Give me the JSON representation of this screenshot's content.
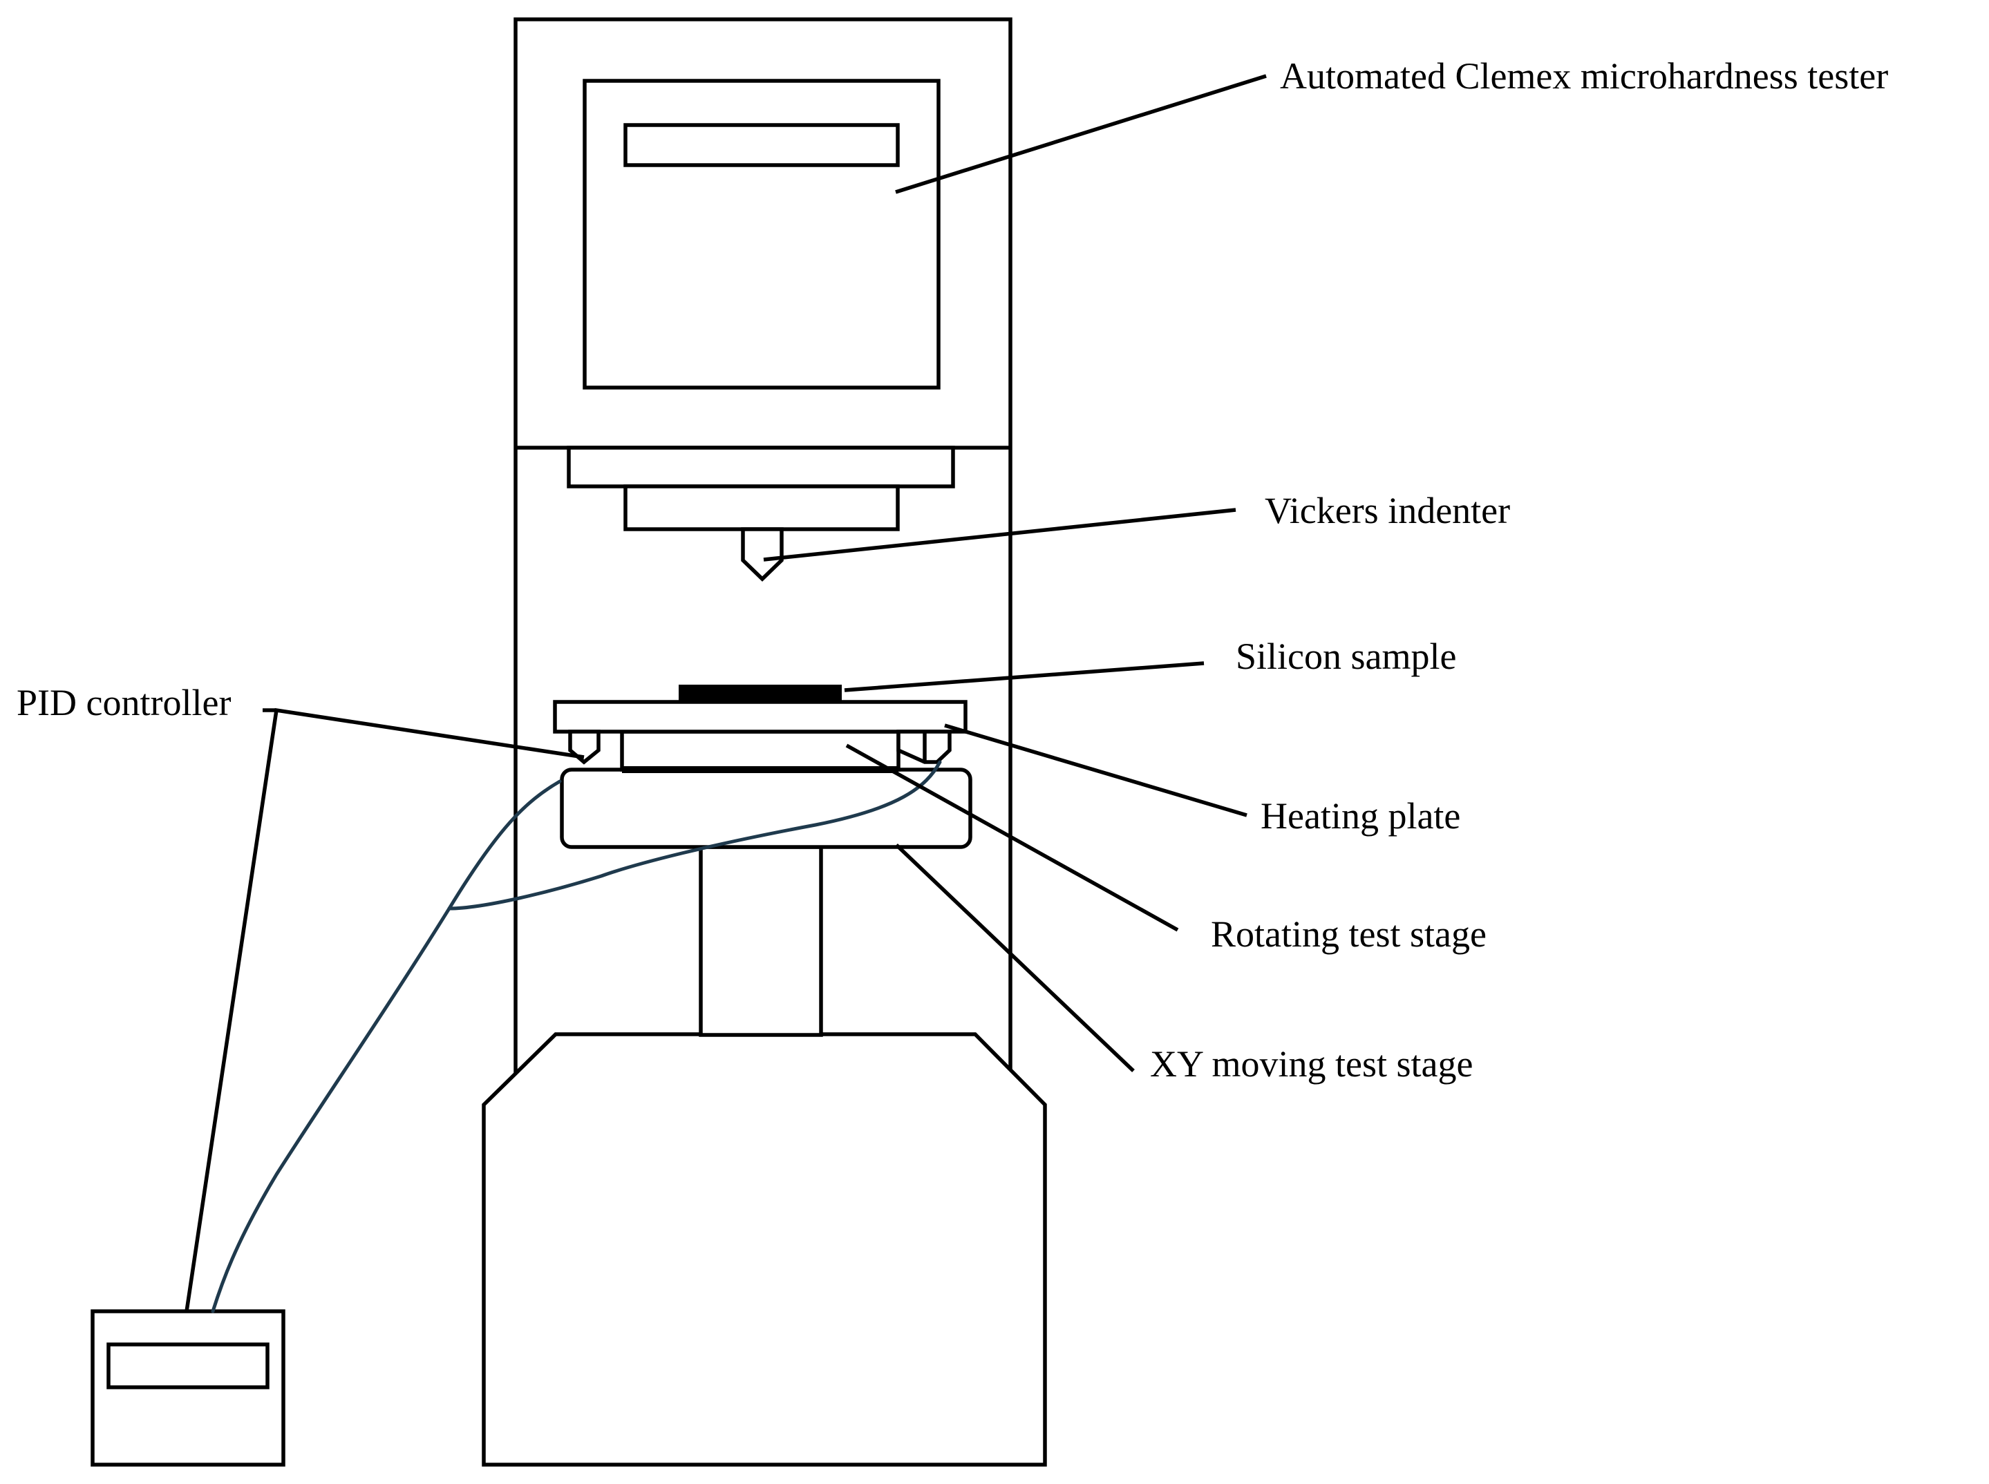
{
  "labels": {
    "tester": "Automated Clemex microhardness tester",
    "indenter": "Vickers indenter",
    "sample": "Silicon sample",
    "pid": "PID controller",
    "heating_plate": "Heating plate",
    "rotating_stage": "Rotating test stage",
    "xy_stage": "XY moving test stage"
  },
  "colors": {
    "line": "#000000",
    "wire": "#1f3a4d",
    "sample": "#000000",
    "background": "#ffffff"
  }
}
